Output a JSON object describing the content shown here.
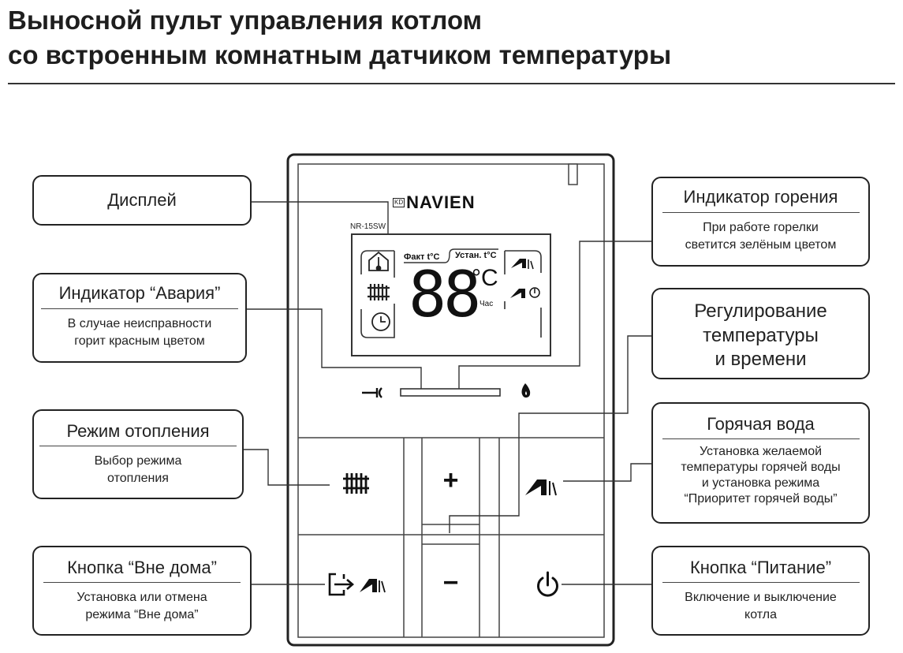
{
  "title": {
    "line1": "Выносной пульт управления котлом",
    "line2": "со встроенным комнатным датчиком температуры"
  },
  "callouts": {
    "display": {
      "heading": "Дисплей"
    },
    "alarm": {
      "heading": "Индикатор “Авария”",
      "desc1": "В случае неисправности",
      "desc2": "горит красным цветом"
    },
    "heating_mode": {
      "heading": "Режим отопления",
      "desc1": "Выбор режима",
      "desc2": "отопления"
    },
    "away": {
      "heading": "Кнопка “Вне дома”",
      "desc1": "Установка или отмена",
      "desc2": "режима “Вне дома”"
    },
    "burner": {
      "heading": "Индикатор горения",
      "desc1": "При работе горелки",
      "desc2": "светится зелёным цветом"
    },
    "regulation": {
      "line1": "Регулирование",
      "line2": "температуры",
      "line3": "и времени"
    },
    "hot_water": {
      "heading": "Горячая вода",
      "desc1": "Установка желаемой",
      "desc2": "температуры горячей воды",
      "desc3": "и установка режима",
      "desc4": "“Приоритет горячей воды”"
    },
    "power": {
      "heading": "Кнопка “Питание”",
      "desc1": "Включение и выключение",
      "desc2": "котла"
    }
  },
  "device": {
    "brand_kd": "KD",
    "brand": "NAVIEN",
    "model": "NR-15SW",
    "lcd": {
      "fact_label": "Факт t°C",
      "set_label": "Устан. t°C",
      "digits": "88",
      "unit": "°C",
      "hour": "Час"
    },
    "plus": "+",
    "minus": "−"
  },
  "icons": [
    "home-thermometer-icon",
    "radiator-icon",
    "clock-icon",
    "tap-icon",
    "tap-priority-icon",
    "wrench-icon",
    "flame-icon",
    "exit-icon",
    "power-icon"
  ]
}
